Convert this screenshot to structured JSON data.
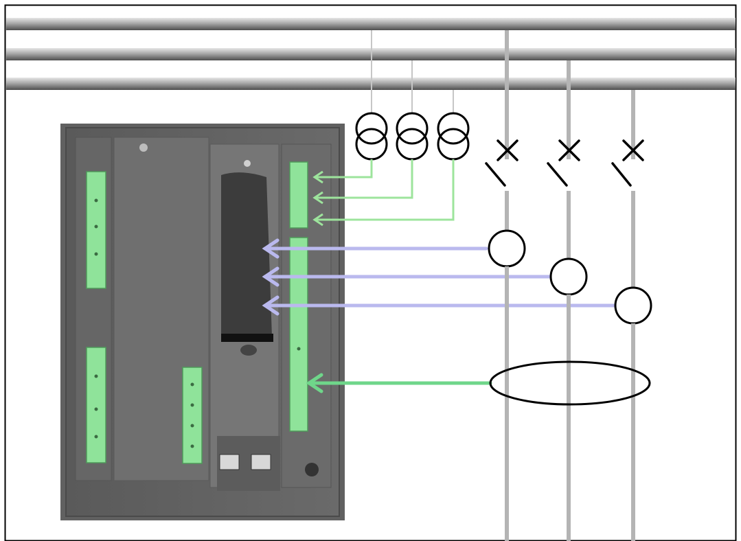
{
  "colors": {
    "background": "#ffffff",
    "border": "#000000",
    "busbar_light": "#d9d9d9",
    "busbar_mid": "#9a9a9a",
    "busbar_dark": "#5a5a5a",
    "drop_line": "#c3c3c3",
    "device_body": "#5f5f5f",
    "device_frame": "#6c6c6c",
    "device_panel": "#727272",
    "terminal_green": "#8fe39a",
    "voltage_signal": "#9be39a",
    "current_signal": "#b9b8ee",
    "earth_signal": "#6fd68a",
    "symbol_stroke": "#000000"
  },
  "diagram": {
    "busbars": [
      "busbar-1",
      "busbar-2",
      "busbar-3"
    ],
    "voltage_transformers": 3,
    "circuit_breakers": 3,
    "current_transformers": 3,
    "core_balance_ct": 1
  },
  "icons": {
    "vt": "double-circle-transformer-icon",
    "breaker": "breaker-cross-icon",
    "ct": "current-transformer-circle-icon",
    "core_ct": "core-balance-ct-ellipse-icon",
    "arrow": "arrow-left-icon"
  }
}
